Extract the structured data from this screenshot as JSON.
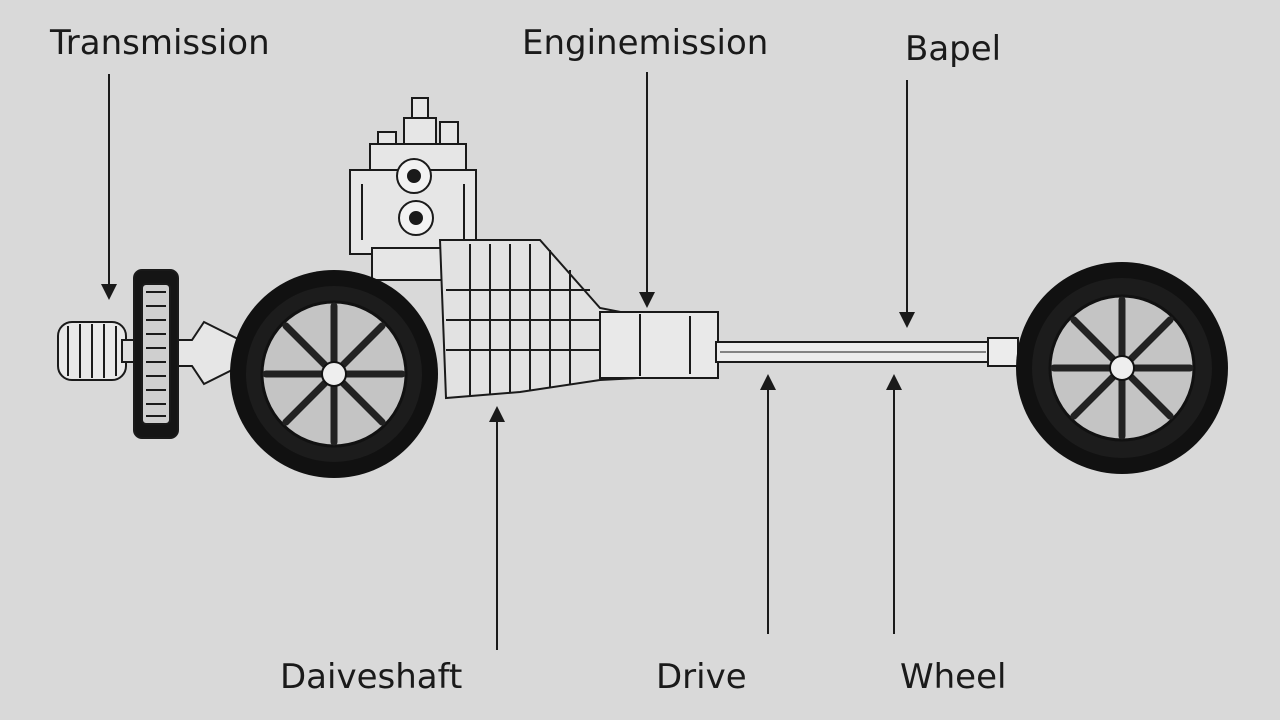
{
  "diagram": {
    "labels": {
      "top_left": "Transmission",
      "top_center": "Enginemission",
      "top_right": "Bapel",
      "bottom_left": "Daiveshaft",
      "bottom_center": "Drive",
      "bottom_right": "Wheel"
    }
  },
  "colors": {
    "background": "#d9d9d9",
    "line": "#1a1a1a",
    "tire": "#111111",
    "rim": "#bdbdbd"
  }
}
